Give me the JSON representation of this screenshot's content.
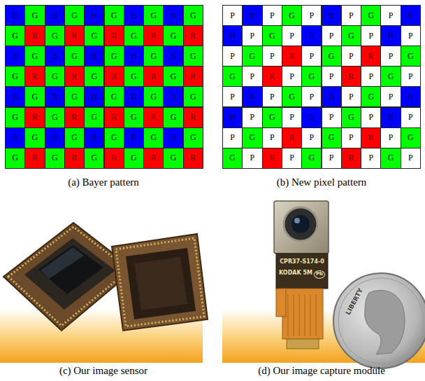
{
  "diagram": {
    "labels": [
      "B",
      "G",
      "B",
      "G",
      "B",
      "G",
      "B",
      "G",
      "B",
      "G",
      "G",
      "R",
      "G",
      "R",
      "G",
      "R",
      "G",
      "R",
      "G",
      "R",
      "B",
      "G",
      "B",
      "G",
      "B",
      "G",
      "B",
      "G",
      "B",
      "G",
      "G",
      "R",
      "G",
      "R",
      "G",
      "R",
      "G",
      "R",
      "G",
      "R",
      "B",
      "G",
      "B",
      "G",
      "B",
      "G",
      "B",
      "G",
      "B",
      "G",
      "G",
      "R",
      "G",
      "R",
      "G",
      "R",
      "G",
      "R",
      "G",
      "R",
      "B",
      "G",
      "B",
      "G",
      "B",
      "G",
      "B",
      "G",
      "B",
      "G",
      "G",
      "R",
      "G",
      "R",
      "G",
      "R",
      "G",
      "R",
      "G",
      "R",
      "P",
      "B",
      "P",
      "G",
      "P",
      "B",
      "P",
      "G",
      "P",
      "B",
      "B",
      "P",
      "G",
      "P",
      "B",
      "P",
      "G",
      "P",
      "B",
      "P",
      "P",
      "G",
      "P",
      "R",
      "P",
      "G",
      "P",
      "R",
      "P",
      "G",
      "G",
      "P",
      "R",
      "P",
      "G",
      "P",
      "R",
      "P",
      "G",
      "P",
      "P",
      "B",
      "P",
      "G",
      "P",
      "B",
      "P",
      "G",
      "P",
      "B",
      "B",
      "P",
      "G",
      "P",
      "B",
      "P",
      "G",
      "P",
      "B",
      "P",
      "P",
      "G",
      "P",
      "R",
      "P",
      "G",
      "P",
      "R",
      "P",
      "G",
      "G",
      "P",
      "R",
      "P",
      "G",
      "P",
      "R",
      "P",
      "G",
      "P",
      "(a) Bayer pattern",
      "(b) New pixel pattern",
      "(c) Our image sensor",
      "(d) Our image capture module",
      "CPR37-S174-0",
      "KODAK 5M",
      "Pb",
      "LIBERTY"
    ]
  }
}
